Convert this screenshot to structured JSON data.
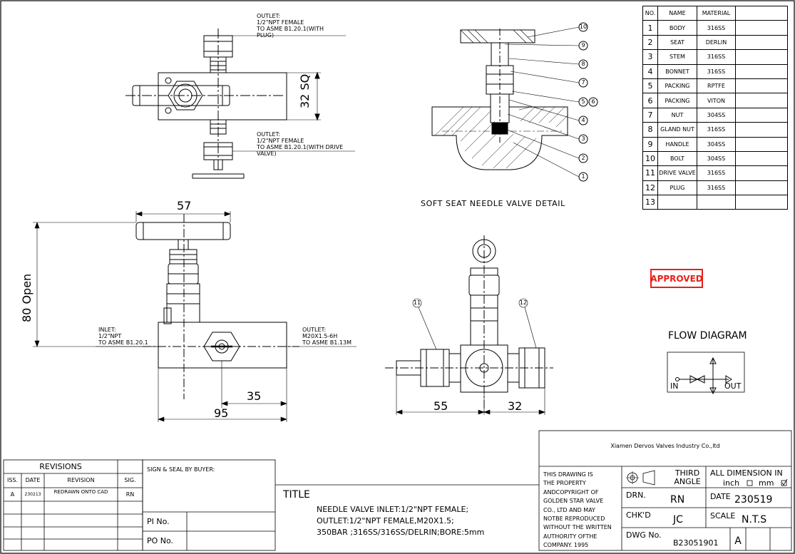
{
  "notes": {
    "outlet_top": [
      "OUTLET:",
      "1/2\"NPT FEMALE",
      "TO ASME B1.20.1(WITH",
      "PLUG)"
    ],
    "outlet_drive": [
      "OUTLET:",
      "1/2\"NPT FEMALE",
      "TO ASME B1.20.1(WITH DRIVE",
      "VALVE)"
    ],
    "inlet": [
      "INLET:",
      "1/2\"NPT",
      "TO ASME B1.20.1"
    ],
    "outlet_side": [
      "OUTLET:",
      "M20X1.5-6H",
      "TO ASME B1.13M"
    ]
  },
  "dims": {
    "square": "32 SQ",
    "width_57": "57",
    "height_80": "80 Open",
    "d35": "35",
    "d95": "95",
    "d55": "55",
    "d32": "32"
  },
  "detail": {
    "title": "SOFT SEAT NEEDLE VALVE DETAIL",
    "balloons": [
      "10",
      "9",
      "8",
      "7",
      "5",
      "6",
      "4",
      "3",
      "2",
      "1"
    ]
  },
  "balloons_front": [
    "11",
    "12"
  ],
  "bom": {
    "headers": [
      "NO.",
      "NAME",
      "MATERIAL"
    ],
    "rows": [
      {
        "no": "1",
        "name": "BODY",
        "material": "316SS"
      },
      {
        "no": "2",
        "name": "SEAT",
        "material": "DERLIN"
      },
      {
        "no": "3",
        "name": "STEM",
        "material": "316SS"
      },
      {
        "no": "4",
        "name": "BONNET",
        "material": "316SS"
      },
      {
        "no": "5",
        "name": "PACKING",
        "material": "RPTFE"
      },
      {
        "no": "6",
        "name": "PACKING",
        "material": "VITON"
      },
      {
        "no": "7",
        "name": "NUT",
        "material": "304SS"
      },
      {
        "no": "8",
        "name": "GLAND NUT",
        "material": "316SS"
      },
      {
        "no": "9",
        "name": "HANDLE",
        "material": "304SS"
      },
      {
        "no": "10",
        "name": "BOLT",
        "material": "304SS"
      },
      {
        "no": "11",
        "name": "DRIVE VALVE",
        "material": "316SS"
      },
      {
        "no": "12",
        "name": "PLUG",
        "material": "316SS"
      },
      {
        "no": "13",
        "name": "",
        "material": ""
      }
    ]
  },
  "stamp": "APPROVED",
  "flow": {
    "title": "FLOW DIAGRAM",
    "in": "IN",
    "out": "OUT"
  },
  "revisions": {
    "title": "REVISIONS",
    "headers": {
      "iss": "ISS.",
      "date": "DATE",
      "revision": "REVISION",
      "sig": "SIG."
    },
    "row": {
      "iss": "A",
      "date": "230213",
      "revision": "REDRAWN ONTO CAD",
      "sig": "RN"
    }
  },
  "buyer": {
    "sign": "SIGN & SEAL BY BUYER:",
    "pi": "PI No.",
    "po": "PO No."
  },
  "title_block": {
    "label": "TITLE",
    "lines": [
      "NEEDLE VALVE  INLET:1/2\"NPT FEMALE;",
      "OUTLET:1/2\"NPT FEMALE,M20X1.5;",
      "350BAR ;316SS/316SS/DELRIN;BORE:5mm"
    ],
    "company": "Xiamen Dervos Valves Industry Co.,ltd",
    "property": [
      "THIS DRAWING IS",
      "THE PROPERTY",
      "ANDCOPYRIGHT OF",
      "GOLDEN STAR VALVE",
      "CO., LTD AND MAY",
      "NOTBE REPRODUCED",
      "WITHOUT THE WRITTEN",
      "AUTHORITY OFTHE",
      "COMPANY.  1995"
    ],
    "angle": [
      "THIRD",
      "ANGLE"
    ],
    "dimension": "ALL DIMENSION IN",
    "units": {
      "inch": "inch",
      "mm": "mm"
    },
    "drn_label": "DRN.",
    "drn": "RN",
    "date_label": "DATE",
    "date": "230519",
    "chkd_label": "CHK'D",
    "chkd": "JC",
    "scale_label": "SCALE",
    "scale": "N.T.S",
    "dwg_label": "DWG No.",
    "dwg": "B23051901",
    "rev": "A"
  }
}
